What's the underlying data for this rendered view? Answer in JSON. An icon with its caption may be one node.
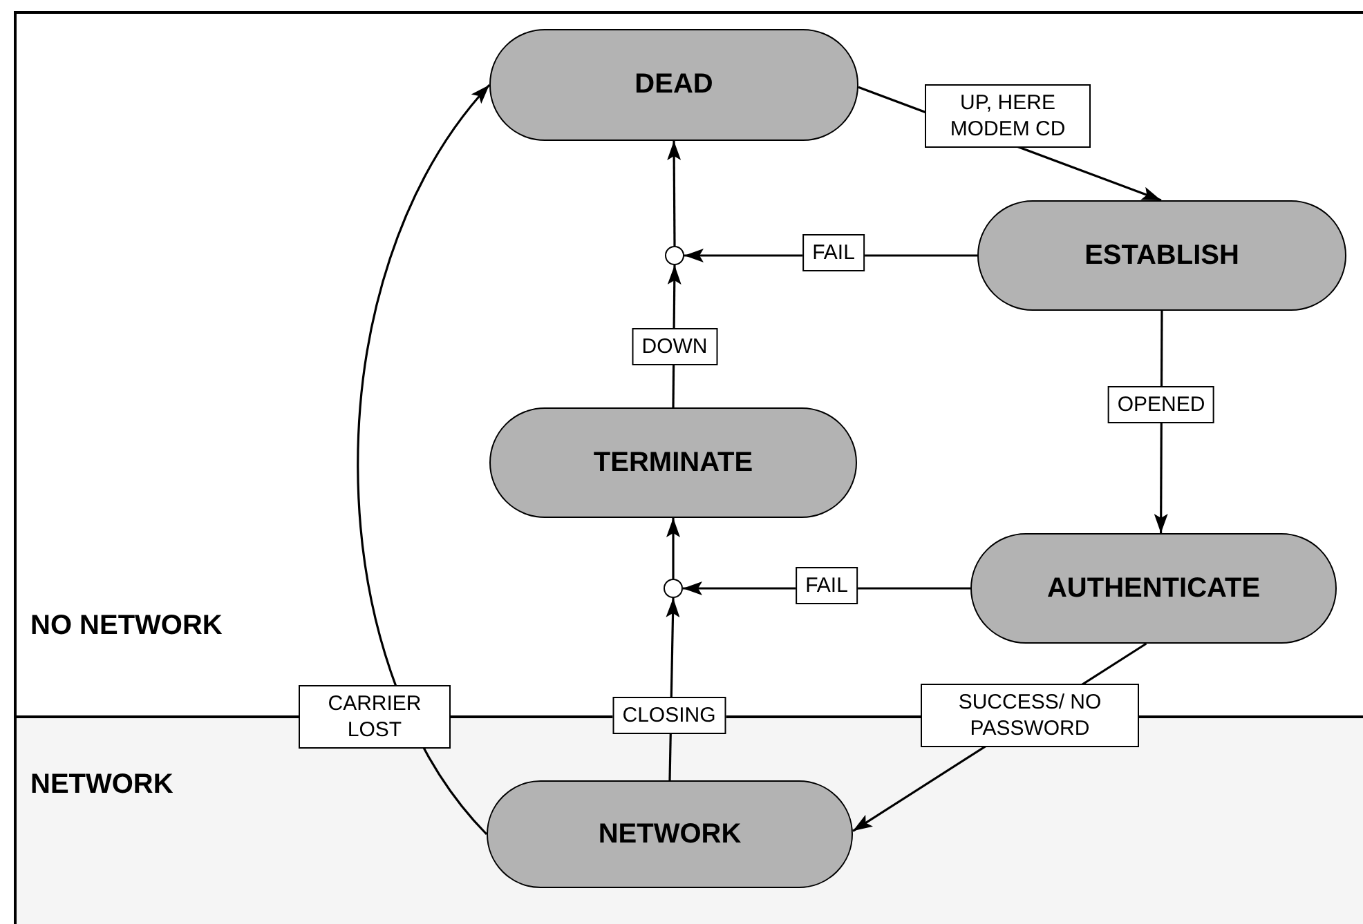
{
  "diagram": {
    "nodes": [
      {
        "text": [
          "DEAD"
        ]
      },
      {
        "text": [],
        "shape": "circle"
      },
      {
        "text": [
          "ESTABLISH"
        ]
      },
      {
        "text": [
          "TERMINATE"
        ]
      },
      {
        "text": [],
        "shape": "circle"
      },
      {
        "text": [
          "AUTHENTICATE"
        ]
      },
      {
        "text": [
          "NETWORK"
        ]
      }
    ],
    "edges": [
      {
        "from": 0,
        "to": 2,
        "arrow": "to",
        "label": "UP, HERE MODEM CD"
      },
      {
        "from": 2,
        "to": 1,
        "arrow": "to",
        "label": "FAIL"
      },
      {
        "from": 1,
        "to": 0,
        "arrow": "to"
      },
      {
        "from": 3,
        "to": 1,
        "arrow": "to",
        "label": "DOWN"
      },
      {
        "from": 2,
        "to": 5,
        "arrow": "to",
        "label": "OPENED"
      },
      {
        "from": 5,
        "to": 4,
        "arrow": "to",
        "label": "FAIL"
      },
      {
        "from": 4,
        "to": 3,
        "arrow": "to"
      },
      {
        "from": 6,
        "to": 4,
        "arrow": "to",
        "label": "CLOSING"
      },
      {
        "from": 5,
        "to": 6,
        "arrow": "to",
        "label": "SUCCESS/ NO PASSWORD"
      },
      {
        "from": 6,
        "to": 0,
        "arrow": "to",
        "label": "CARRIER LOST"
      }
    ],
    "labels": [
      "NO NETWORK",
      "NETWORK"
    ]
  }
}
